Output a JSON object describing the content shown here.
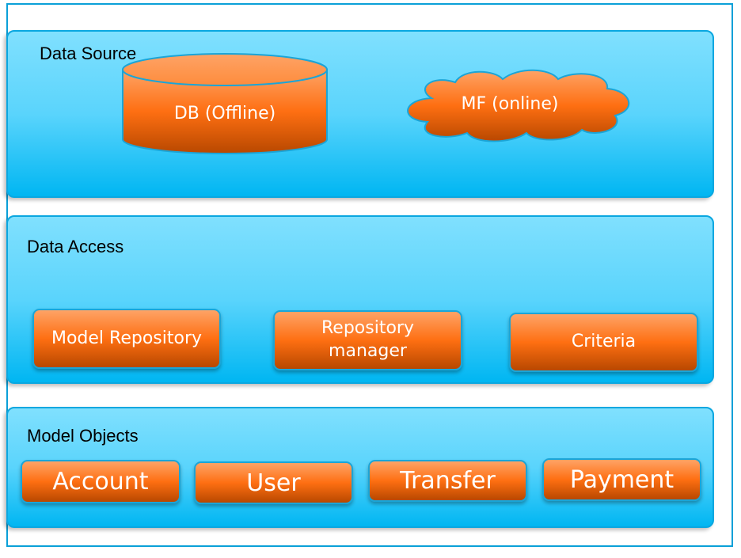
{
  "data_source": {
    "title": "Data Source",
    "db_label": "DB (Offline)",
    "cloud_label": "MF (online)"
  },
  "data_access": {
    "title": "Data Access",
    "items": [
      "Model Repository",
      "Repository manager",
      "Criteria"
    ]
  },
  "model_objects": {
    "title": "Model Objects",
    "items": [
      "Account",
      "User",
      "Transfer",
      "Payment"
    ]
  },
  "colors": {
    "panel": "#5ad4fc",
    "box": "#fe6f12",
    "border": "#0aa7e0"
  }
}
